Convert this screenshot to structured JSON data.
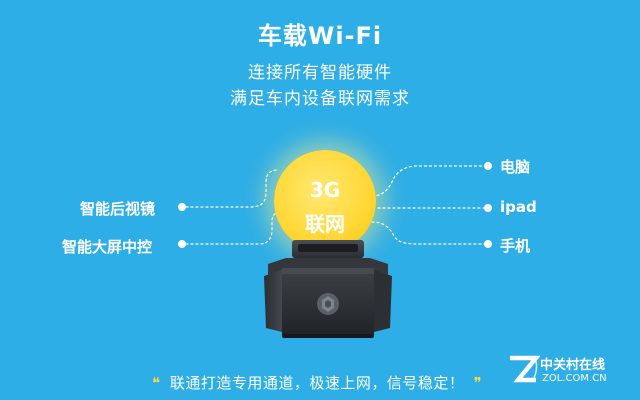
{
  "header": {
    "title": "车载Wi-Fi",
    "subtitle_line1": "连接所有智能硬件",
    "subtitle_line2": "满足车内设备联网需求"
  },
  "badge": {
    "line1": "3G",
    "line2": "联网"
  },
  "left_items": [
    {
      "label": "智能后视镜"
    },
    {
      "label": "智能大屏中控"
    }
  ],
  "right_items": [
    {
      "label": "电脑"
    },
    {
      "label": "ipad"
    },
    {
      "label": "手机"
    }
  ],
  "footer": {
    "text": "联通打造专用通道，极速上网，信号稳定！",
    "quote_open": "❝",
    "quote_close": "❞"
  },
  "watermark": {
    "brand": "中关村在线",
    "url": "ZOL.COM.CN"
  },
  "colors": {
    "background": "#2eaee6",
    "badge": "#ffd93a",
    "text": "#ffffff"
  }
}
